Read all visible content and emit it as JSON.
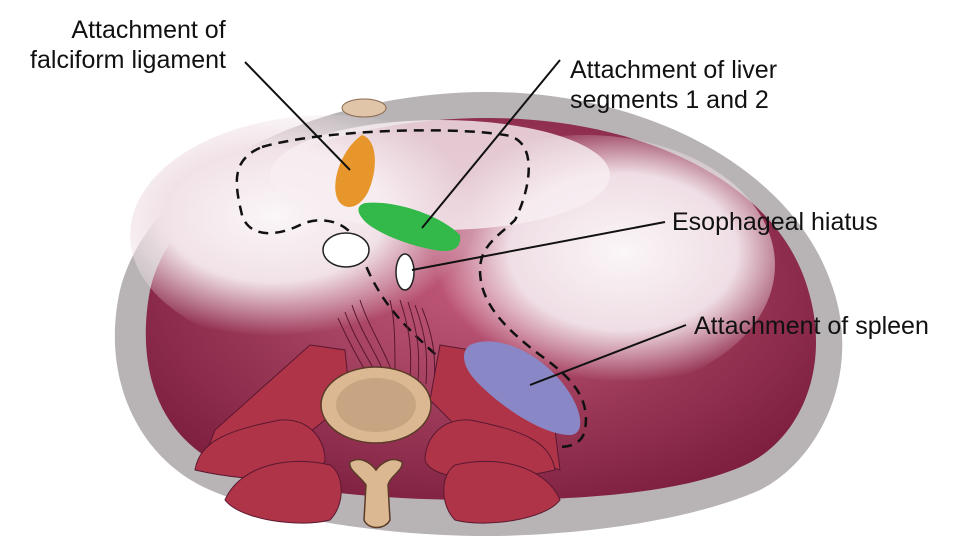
{
  "labels": {
    "falciform": [
      "Attachment of",
      "falciform ligament"
    ],
    "liver_segments": [
      "Attachment of liver",
      "segments 1 and 2"
    ],
    "esophageal_hiatus": "Esophageal hiatus",
    "spleen": "Attachment of spleen"
  },
  "colors": {
    "background": "#ffffff",
    "outer_ring": "#b8b4b6",
    "diaphragm_dark": "#7e1f3f",
    "diaphragm_light": "#f6eef1",
    "falciform_attachment": "#e6962a",
    "liver_attachment": "#33b84a",
    "spleen_attachment": "#8a87c6",
    "muscle": "#b03448",
    "bone": "#dcb892",
    "text": "#111111"
  }
}
